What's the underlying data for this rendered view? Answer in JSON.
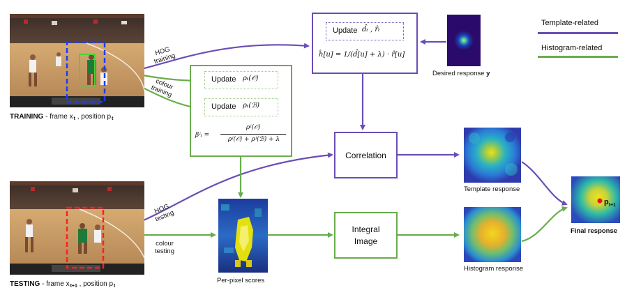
{
  "training_caption": {
    "prefix": "TRAINING",
    "text": " - frame x",
    "x_sub": "t",
    "mid": " , position p",
    "p_sub": "t"
  },
  "testing_caption": {
    "prefix": "TESTING",
    "text": " - frame x",
    "x_sub": "t+1",
    "mid": " , position p",
    "p_sub": "t"
  },
  "arrow_labels": {
    "hog_training": [
      "HOG",
      "training"
    ],
    "colour_training": [
      "colour",
      "training"
    ],
    "hog_testing": [
      "HOG",
      "testing"
    ],
    "colour_testing": [
      "colour",
      "testing"
    ]
  },
  "template_box": {
    "update_label": "Update",
    "update_vars": "d̂ₜ ,   r̂ₜ",
    "formula": "ĥ[u] = 1/(d̂[u] + λ) · r̂[u]"
  },
  "histogram_box": {
    "update_o": {
      "label": "Update",
      "expr": "ρₜ(𝒪)"
    },
    "update_b": {
      "label": "Update",
      "expr": "ρₜ(ℬ)"
    },
    "beta_lhs": "βʲₜ =",
    "beta_num": "ρʲ(𝒪)",
    "beta_den": "ρʲ(𝒪) + ρʲ(ℬ) + λ"
  },
  "desired_response": {
    "label": "Desired response",
    "bold": "y"
  },
  "legend": {
    "template": "Template-related",
    "histogram": "Histogram-related"
  },
  "correlation": "Correlation",
  "integral_image": [
    "Integral",
    "Image"
  ],
  "template_response": "Template response",
  "histogram_response": "Histogram response",
  "per_pixel": "Per-pixel scores",
  "final_response": {
    "label": "Final response",
    "point": "p",
    "point_sub": "t+1"
  },
  "colors": {
    "template": "#6a4db5",
    "histogram": "#69ad4b",
    "track_blue": "#1a3cff",
    "track_red": "#ff2020",
    "final_dot": "#e8141b"
  }
}
